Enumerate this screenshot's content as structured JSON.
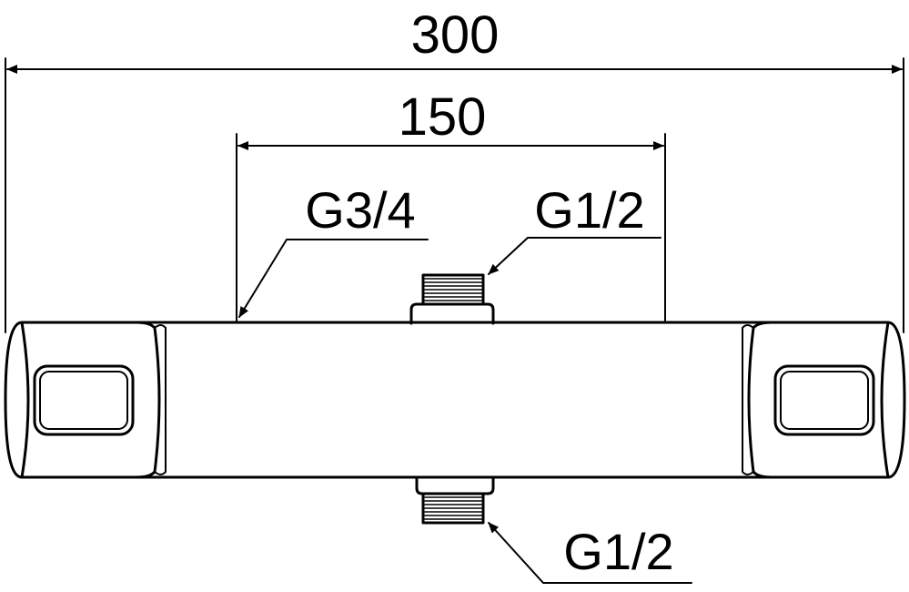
{
  "drawing": {
    "dimensions": {
      "overall_length": "300",
      "inlet_spacing": "150"
    },
    "connections": {
      "body_end": "G3/4",
      "top_inlet": "G1/2",
      "bottom_outlet": "G1/2"
    }
  }
}
